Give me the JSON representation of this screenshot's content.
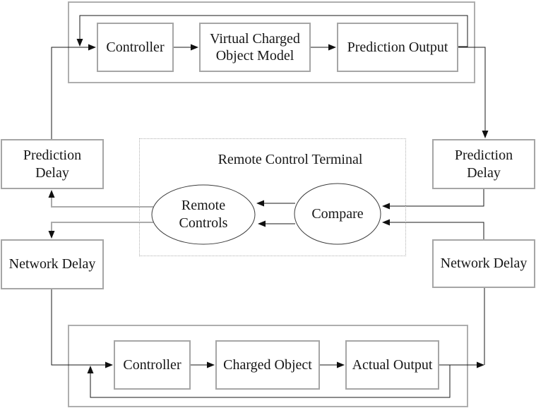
{
  "diagram": {
    "top_loop": {
      "controller": "Controller",
      "virtual_model": "Virtual Charged Object Model",
      "prediction_output": "Prediction Output"
    },
    "left_column": {
      "prediction_delay": "Prediction Delay",
      "network_delay": "Network Delay"
    },
    "right_column": {
      "prediction_delay": "Prediction Delay",
      "network_delay": "Network Delay"
    },
    "terminal": {
      "title": "Remote Control Terminal",
      "remote_controls": "Remote Controls",
      "compare": "Compare"
    },
    "bottom_loop": {
      "controller": "Controller",
      "charged_object": "Charged Object",
      "actual_output": "Actual Output"
    },
    "colors": {
      "box_border": "#a6a6a6",
      "outer_rect_border": "#aeaeae",
      "line": "#1a1a1a",
      "gray_line": "#ababab",
      "dotted_border": "#b0b0b0",
      "arrowhead": "#111111",
      "text": "#161616",
      "background": "#ffffff"
    }
  }
}
